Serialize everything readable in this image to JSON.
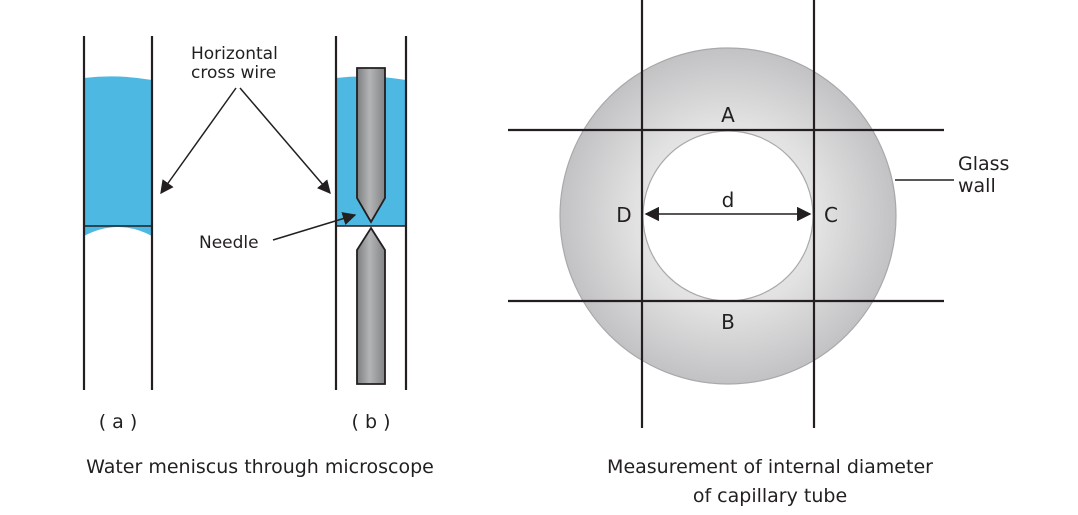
{
  "left_figure": {
    "annotation_cross_wire_line1": "Horizontal",
    "annotation_cross_wire_line2": "cross wire",
    "annotation_needle": "Needle",
    "label_a": "( a )",
    "label_b": "( b )",
    "caption": "Water meniscus through microscope"
  },
  "right_figure": {
    "point_a": "A",
    "point_b": "B",
    "point_c": "C",
    "point_d": "D",
    "diameter_symbol": "d",
    "glass_wall_line1": "Glass",
    "glass_wall_line2": "wall",
    "caption_line1": "Measurement of internal diameter",
    "caption_line2": "of capillary tube"
  },
  "colors": {
    "water": "#4db8e2",
    "ink": "#231f20",
    "needle_fill": "#9a9b9d",
    "glass_outer": "#c9c9cb",
    "glass_inner": "#ffffff"
  }
}
